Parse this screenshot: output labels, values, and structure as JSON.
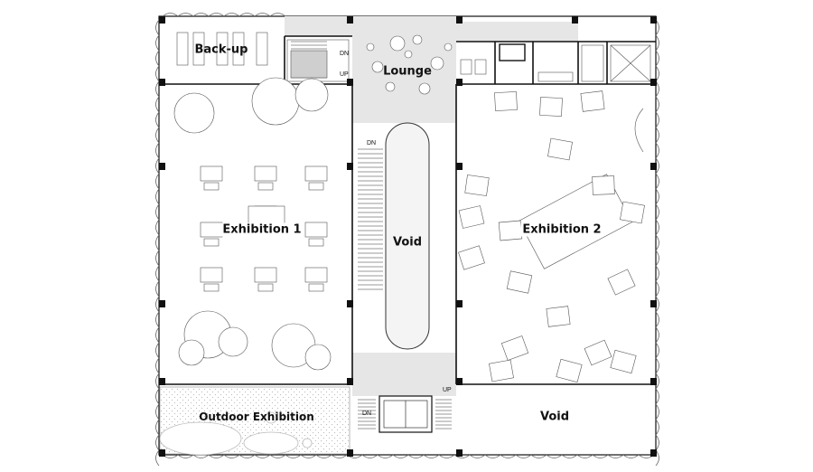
{
  "rooms": {
    "backup": "Back-up",
    "lounge": "Lounge",
    "void_center": "Void",
    "exhibition1": "Exhibition 1",
    "exhibition2": "Exhibition 2",
    "outdoor": "Outdoor Exhibition",
    "void_bottom": "Void"
  },
  "stair_marks": {
    "dn": "DN",
    "up": "UP"
  },
  "colors": {
    "wall": "#111111",
    "line": "#555555",
    "circulation": "#e6e6e6",
    "outdoor": "#ededed"
  }
}
